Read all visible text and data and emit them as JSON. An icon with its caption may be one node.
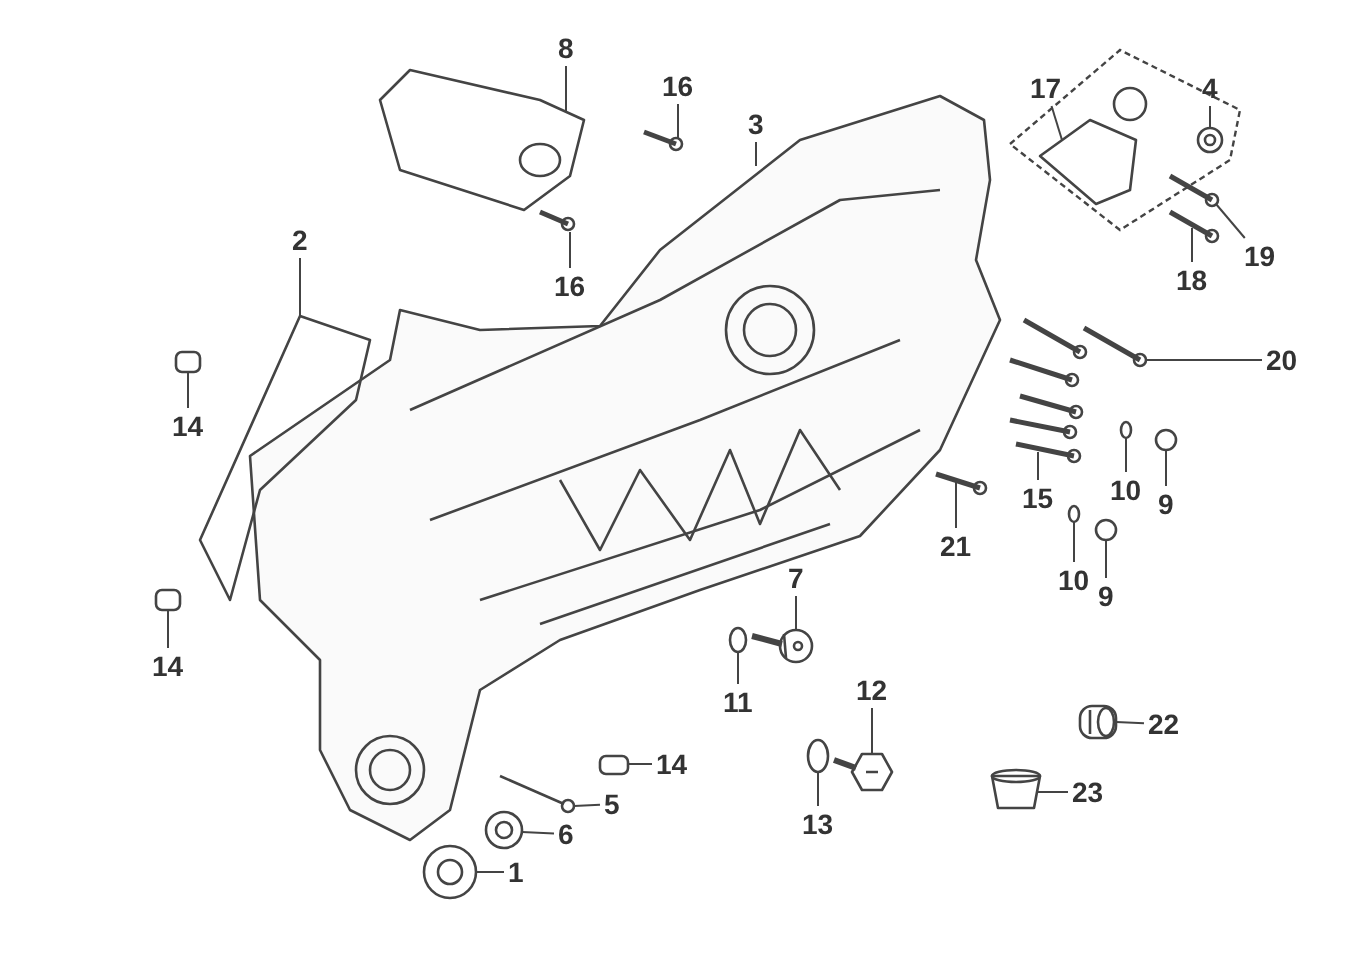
{
  "diagram": {
    "nodes": [
      {
        "text": [
          "8"
        ]
      },
      {
        "text": [
          "16"
        ]
      },
      {
        "text": [
          "4"
        ]
      },
      {
        "text": [
          "3"
        ]
      },
      {
        "text": [
          "17"
        ]
      },
      {
        "text": [
          "2"
        ]
      },
      {
        "text": [
          "19"
        ]
      },
      {
        "text": [
          "16"
        ]
      },
      {
        "text": [
          "18"
        ]
      },
      {
        "text": [
          "20"
        ]
      },
      {
        "text": [
          "14"
        ]
      },
      {
        "text": [
          "15"
        ]
      },
      {
        "text": [
          "10"
        ]
      },
      {
        "text": [
          "9"
        ]
      },
      {
        "text": [
          "21"
        ]
      },
      {
        "text": [
          "10"
        ]
      },
      {
        "text": [
          "9"
        ]
      },
      {
        "text": [
          "7"
        ]
      },
      {
        "text": [
          "14"
        ]
      },
      {
        "text": [
          "11"
        ]
      },
      {
        "text": [
          "12"
        ]
      },
      {
        "text": [
          "22"
        ]
      },
      {
        "text": [
          "14"
        ]
      },
      {
        "text": [
          "5"
        ]
      },
      {
        "text": [
          "23"
        ]
      },
      {
        "text": [
          "6"
        ]
      },
      {
        "text": [
          "13"
        ]
      },
      {
        "text": [
          "1"
        ]
      },
      {
        "text": [],
        "shape": "picture"
      },
      {
        "text": [],
        "shape": "picture"
      },
      {
        "text": [],
        "shape": "picture"
      },
      {
        "text": [],
        "shape": "picture"
      },
      {
        "text": [],
        "shape": "picture"
      },
      {
        "text": [],
        "shape": "picture"
      },
      {
        "text": [],
        "shape": "picture"
      },
      {
        "text": [],
        "shape": "picture"
      },
      {
        "text": [],
        "shape": "picture"
      },
      {
        "text": [],
        "shape": "picture"
      },
      {
        "text": [],
        "shape": "picture"
      },
      {
        "text": [],
        "shape": "picture"
      },
      {
        "text": [],
        "shape": "picture"
      },
      {
        "text": [],
        "shape": "picture"
      },
      {
        "text": [],
        "shape": "picture"
      },
      {
        "text": [],
        "shape": "picture"
      },
      {
        "text": [],
        "shape": "picture"
      },
      {
        "text": [],
        "shape": "picture"
      },
      {
        "text": [],
        "shape": "picture"
      },
      {
        "text": [],
        "shape": "picture"
      },
      {
        "text": [],
        "shape": "picture"
      },
      {
        "text": [],
        "shape": "picture"
      },
      {
        "text": [],
        "shape": "picture"
      },
      {
        "text": [],
        "shape": "picture"
      },
      {
        "text": [],
        "shape": "picture"
      },
      {
        "text": [],
        "shape": "picture"
      },
      {
        "text": [],
        "shape": "picture"
      },
      {
        "text": [],
        "shape": "picture"
      }
    ],
    "edges": [
      {
        "from": 0,
        "to": 28,
        "arrow": "none"
      },
      {
        "from": 1,
        "to": 29,
        "arrow": "none"
      },
      {
        "from": 2,
        "to": 30,
        "arrow": "none"
      },
      {
        "from": 3,
        "to": 31,
        "arrow": "none"
      },
      {
        "from": 4,
        "to": 32,
        "arrow": "none"
      },
      {
        "from": 5,
        "to": 33,
        "arrow": "none"
      },
      {
        "from": 6,
        "to": 34,
        "arrow": "none"
      },
      {
        "from": 7,
        "to": 35,
        "arrow": "none"
      },
      {
        "from": 8,
        "to": 36,
        "arrow": "none"
      },
      {
        "from": 9,
        "to": 37,
        "arrow": "none"
      },
      {
        "from": 10,
        "to": 38,
        "arrow": "none"
      },
      {
        "from": 11,
        "to": 39,
        "arrow": "none"
      },
      {
        "from": 12,
        "to": 40,
        "arrow": "none"
      },
      {
        "from": 13,
        "to": 41,
        "arrow": "none"
      },
      {
        "from": 14,
        "to": 42,
        "arrow": "none"
      },
      {
        "from": 15,
        "to": 43,
        "arrow": "none"
      },
      {
        "from": 16,
        "to": 44,
        "arrow": "none"
      },
      {
        "from": 17,
        "to": 45,
        "arrow": "none"
      },
      {
        "from": 18,
        "to": 46,
        "arrow": "none"
      },
      {
        "from": 19,
        "to": 47,
        "arrow": "none"
      },
      {
        "from": 20,
        "to": 48,
        "arrow": "none"
      },
      {
        "from": 21,
        "to": 49,
        "arrow": "none"
      },
      {
        "from": 22,
        "to": 50,
        "arrow": "none"
      },
      {
        "from": 23,
        "to": 51,
        "arrow": "none"
      },
      {
        "from": 24,
        "to": 52,
        "arrow": "none"
      },
      {
        "from": 25,
        "to": 53,
        "arrow": "none"
      },
      {
        "from": 26,
        "to": 54,
        "arrow": "none"
      },
      {
        "from": 27,
        "to": 55,
        "arrow": "none"
      }
    ]
  }
}
